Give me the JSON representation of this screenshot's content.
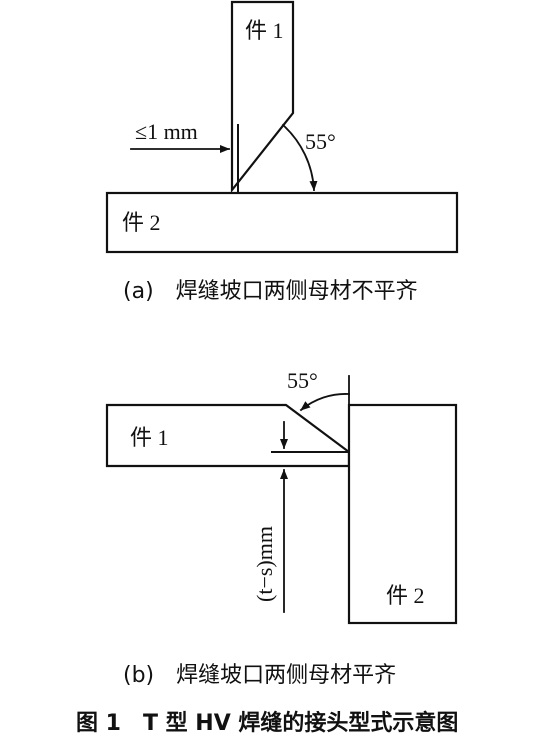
{
  "diagram_a": {
    "part1_label": "件 1",
    "part2_label": "件 2",
    "gap_label": "≤1 mm",
    "angle_label": "55°",
    "caption": "(a)　焊缝坡口两侧母材不平齐"
  },
  "diagram_b": {
    "part1_label": "件 1",
    "part2_label": "件 2",
    "angle_label": "55°",
    "dimension_label": "(t−s)mm",
    "caption": "(b)　焊缝坡口两侧母材平齐"
  },
  "figure_caption": "图 1　T 型 HV 焊缝的接头型式示意图"
}
